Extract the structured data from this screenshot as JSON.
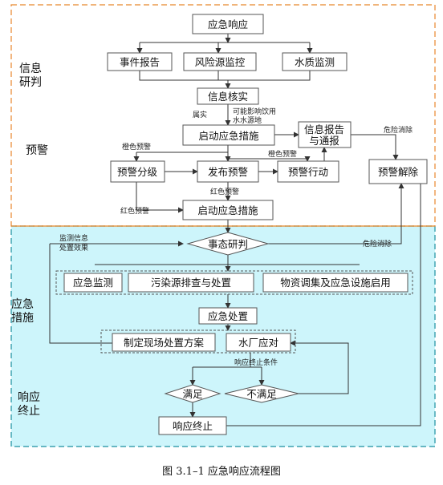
{
  "colors": {
    "phase_border": "#e8862b",
    "response_fill": "#cdf5fb",
    "response_border": "#1b8fa0"
  },
  "phases": {
    "info": "信息研判",
    "warning": "预警",
    "response": "应急措施",
    "end": "响应终止"
  },
  "nodes": {
    "emergency_response": "应急响应",
    "event_report": "事件报告",
    "risk_monitor": "风险源监控",
    "water_monitor": "水质监测",
    "info_verify": "信息核实",
    "start_measures_1": "启动应急措施",
    "info_report_1": "信息报告",
    "info_report_2": "与通报",
    "warning_grading": "预警分级",
    "issue_warning": "发布预警",
    "warning_action": "预警行动",
    "warning_lift": "预警解除",
    "start_measures_2": "启动应急措施",
    "situation_judge": "事态研判",
    "emergency_monitor": "应急监测",
    "pollution_check": "污染源排查与处置",
    "materials": "物资调集及应急设施启用",
    "emergency_handling": "应急处置",
    "onsite_plan": "制定现场处置方案",
    "plant_response": "水厂应对",
    "satisfied": "满足",
    "not_satisfied": "不满足",
    "response_end": "响应终止"
  },
  "labels": {
    "confirmed": "属实",
    "affects_1": "可能影响饮用",
    "affects_2": "水水源地",
    "orange_1": "橙色预警",
    "orange_2": "橙色预警",
    "red_1": "红色预警",
    "red_2": "红色预警",
    "danger_clear_1": "危险消除",
    "danger_clear_2": "危险消除",
    "monitor_info_1": "监测信息",
    "monitor_info_2": "处置效果",
    "end_condition": "响应终止条件"
  },
  "caption": "图 3.1–1  应急响应流程图"
}
